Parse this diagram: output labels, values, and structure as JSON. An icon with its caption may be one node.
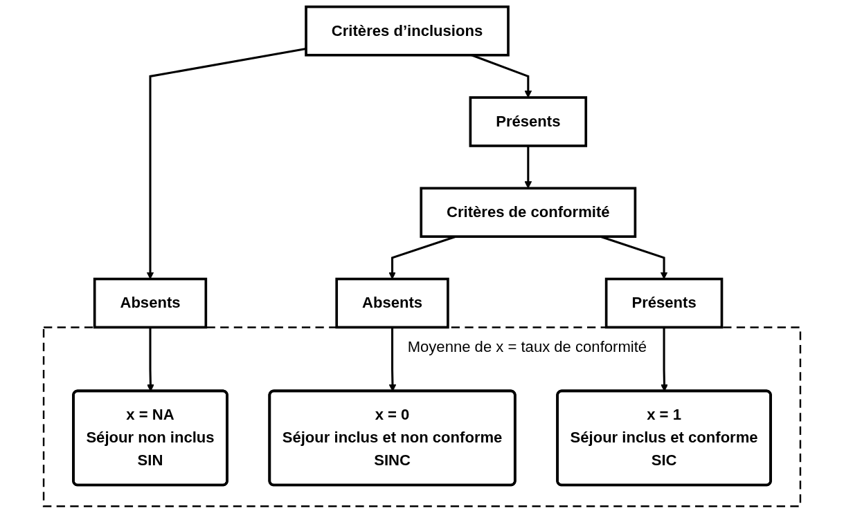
{
  "diagram": {
    "nodes": [
      {
        "text": [
          "Critères d’inclusions"
        ]
      },
      {
        "text": [
          "Absents"
        ]
      },
      {
        "text": [
          "Présents"
        ]
      },
      {
        "text": [
          "Critères de conformité"
        ]
      },
      {
        "text": [
          "Absents"
        ]
      },
      {
        "text": [
          "Présents"
        ]
      },
      {
        "text": [
          "Moyenne de x = taux de conformité"
        ]
      },
      {
        "text": [
          "x = NA",
          "Séjour non inclus",
          "SIN"
        ],
        "in": 6
      },
      {
        "text": [
          "x = 0",
          "Séjour inclus et non conforme",
          "SINC"
        ],
        "in": 6
      },
      {
        "text": [
          "x = 1",
          "Séjour inclus et conforme",
          "SIC"
        ],
        "in": 6
      }
    ],
    "edges": [
      {
        "from": 0,
        "to": 1,
        "arrow": "to"
      },
      {
        "from": 0,
        "to": 2,
        "arrow": "to"
      },
      {
        "from": 2,
        "to": 3,
        "arrow": "to"
      },
      {
        "from": 3,
        "to": 4,
        "arrow": "to"
      },
      {
        "from": 3,
        "to": 5,
        "arrow": "to"
      },
      {
        "from": 1,
        "to": 7,
        "arrow": "to"
      },
      {
        "from": 4,
        "to": 8,
        "arrow": "to"
      },
      {
        "from": 5,
        "to": 9,
        "arrow": "to"
      }
    ]
  }
}
